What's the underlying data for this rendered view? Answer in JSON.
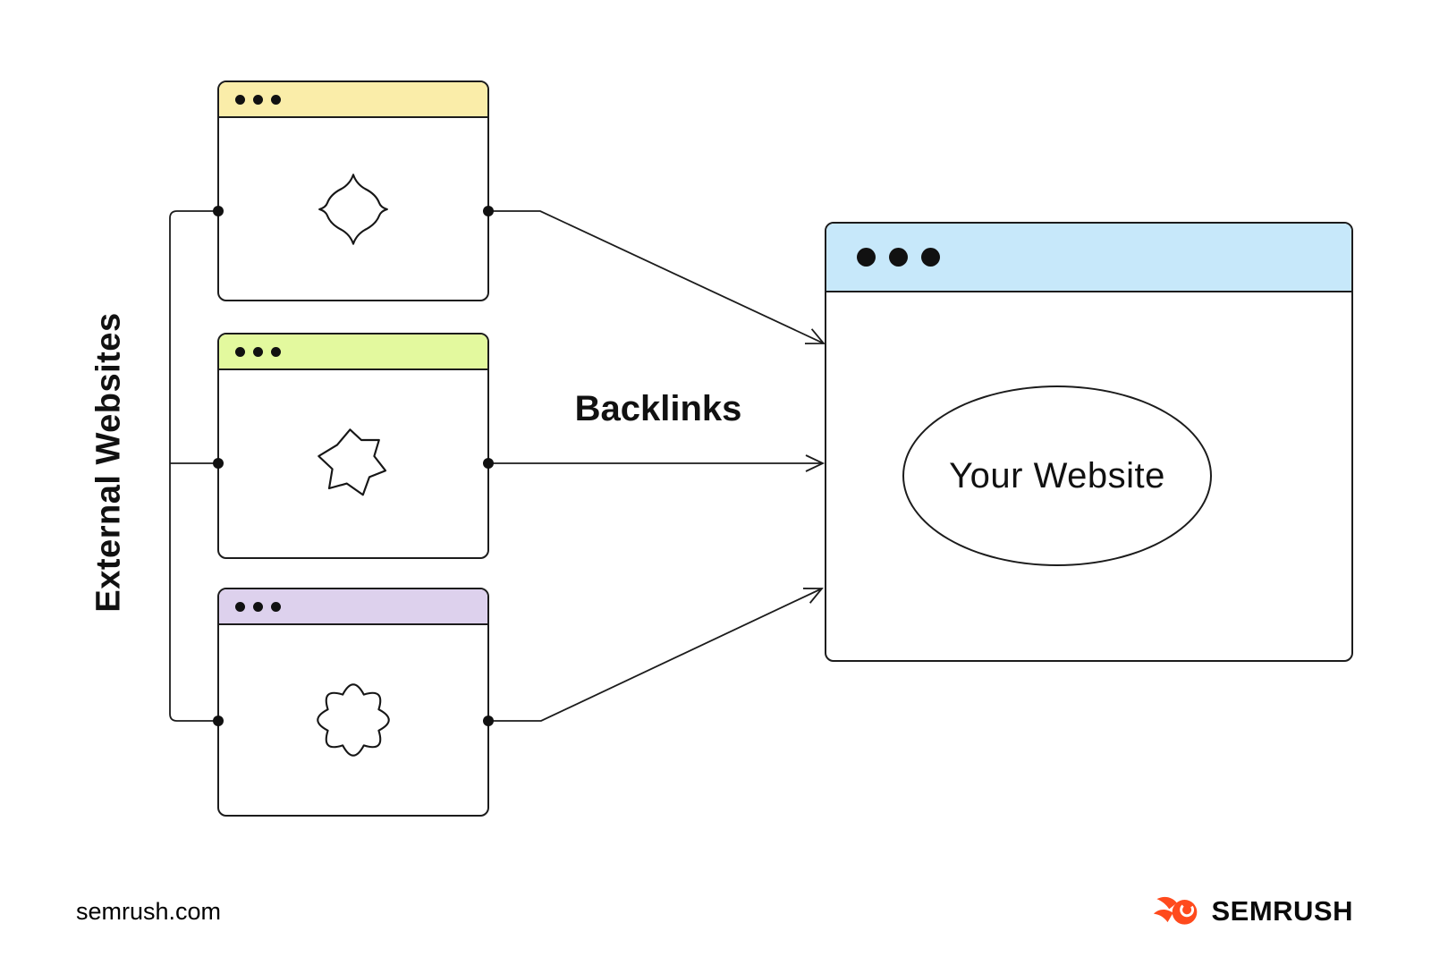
{
  "diagram": {
    "ink_color": "#1c1c1c",
    "group_label": "External Websites",
    "arrow_label": "Backlinks",
    "external_windows": [
      {
        "header_color": "#FAEDA9",
        "icon": "diamond-blob-icon"
      },
      {
        "header_color": "#E3F99E",
        "icon": "star-blob-icon"
      },
      {
        "header_color": "#DDD1ED",
        "icon": "flower-blob-icon"
      }
    ],
    "main_window": {
      "header_color": "#C7E8FA",
      "site_label": "Your Website"
    }
  },
  "footer": {
    "source": "semrush.com",
    "brand": "SEMRUSH",
    "brand_color": "#FF4A1D"
  }
}
